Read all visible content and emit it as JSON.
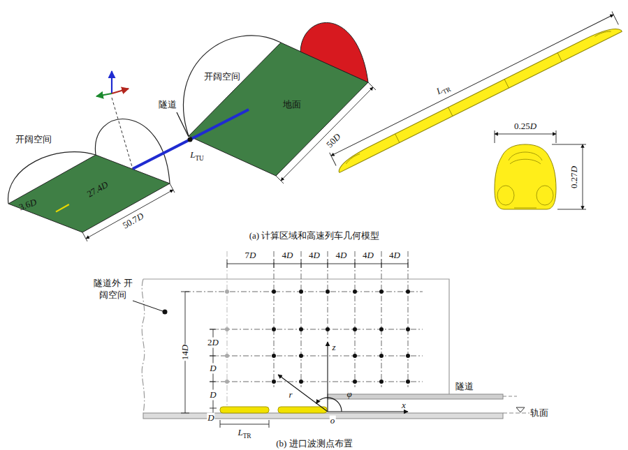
{
  "diagram": {
    "labels": [
      "开阔空间",
      "27.4D",
      "3.6D",
      "50.7D",
      "开阔空间",
      "地面",
      "隧道",
      "LTU",
      "50D",
      "LTR",
      "0.25D",
      "0.27D",
      "(a) 计算区域和高速列车几何模型",
      "7D",
      "4D",
      "4D",
      "4D",
      "4D",
      "4D",
      "隧道外 开阔空间",
      "14D",
      "2D",
      "D",
      "D",
      "D",
      "z",
      "r",
      "φ",
      "o",
      "x",
      "隧道",
      "轨面",
      "LTR",
      "(b) 进口波测点布置"
    ]
  }
}
